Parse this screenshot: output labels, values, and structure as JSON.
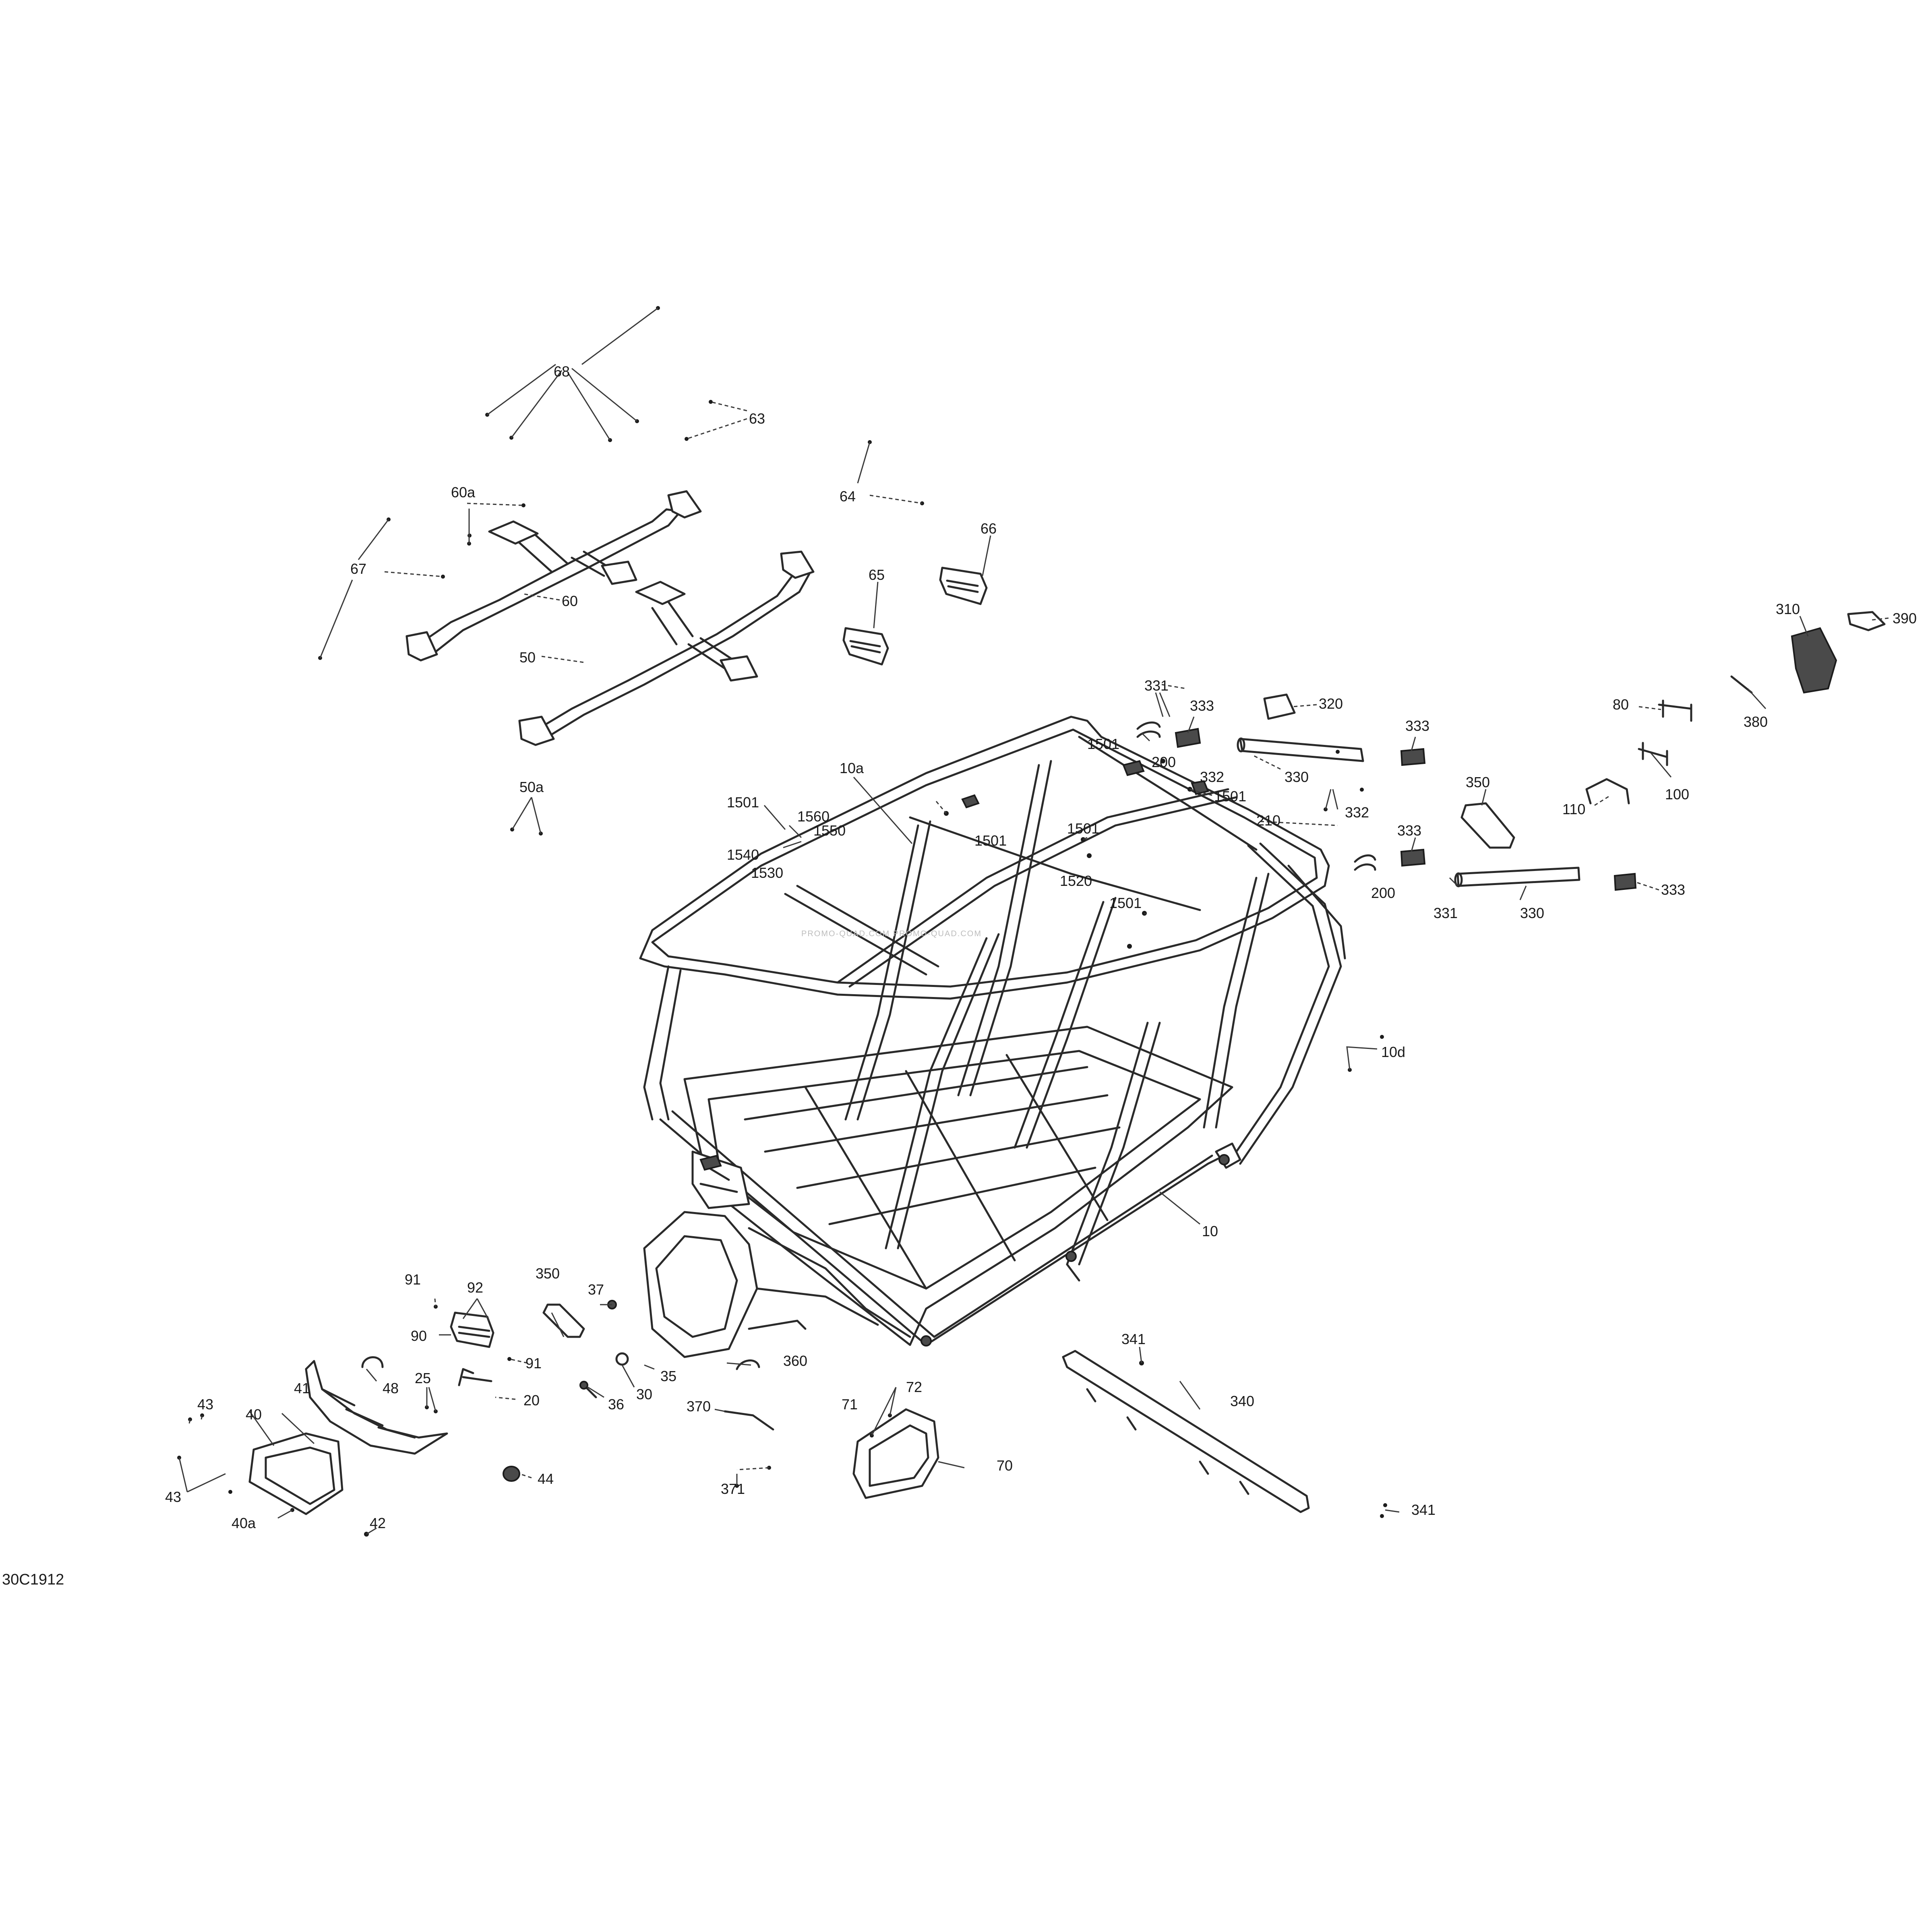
{
  "diagram_code": "30C1912",
  "watermark": "PROMO-QUAD.COM PROMO-QUAD.COM",
  "callouts": {
    "c10": "10",
    "c10a": "10a",
    "c10d": "10d",
    "c20": "20",
    "c25": "25",
    "c30": "30",
    "c35": "35",
    "c36": "36",
    "c37": "37",
    "c40": "40",
    "c40a": "40a",
    "c41": "41",
    "c42": "42",
    "c43a": "43",
    "c43b": "43",
    "c44": "44",
    "c48": "48",
    "c50": "50",
    "c50a": "50a",
    "c60": "60",
    "c60a": "60a",
    "c63": "63",
    "c64": "64",
    "c65": "65",
    "c66": "66",
    "c67": "67",
    "c68": "68",
    "c70": "70",
    "c71": "71",
    "c72": "72",
    "c80": "80",
    "c90": "90",
    "c91a": "91",
    "c91b": "91",
    "c92": "92",
    "c100": "100",
    "c110": "110",
    "c200a": "200",
    "c200b": "200",
    "c210": "210",
    "c310": "310",
    "c320": "320",
    "c330a": "330",
    "c330b": "330",
    "c331a": "331",
    "c331b": "331",
    "c332a": "332",
    "c332b": "332",
    "c333a": "333",
    "c333b": "333",
    "c333c": "333",
    "c333d": "333",
    "c340": "340",
    "c341a": "341",
    "c341b": "341",
    "c350a": "350",
    "c350b": "350",
    "c360": "360",
    "c370": "370",
    "c371": "371",
    "c380": "380",
    "c390": "390",
    "c1501a": "1501",
    "c1501b": "1501",
    "c1501c": "1501",
    "c1501d": "1501",
    "c1501e": "1501",
    "c1501f": "1501",
    "c1520": "1520",
    "c1530": "1530",
    "c1540": "1540",
    "c1550": "1550",
    "c1560": "1560"
  }
}
